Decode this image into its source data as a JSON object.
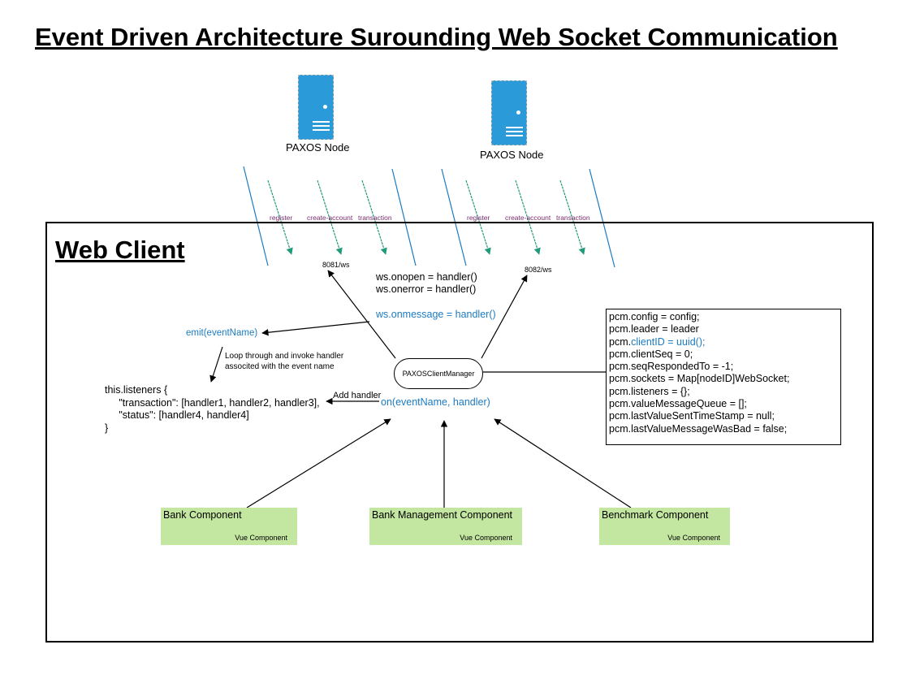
{
  "title": "Event Driven Architecture Surounding Web Socket Communication",
  "web_client": {
    "title": "Web Client"
  },
  "nodes": [
    {
      "label": "PAXOS Node",
      "port": "8081/ws",
      "events": [
        "register",
        "create-account",
        "transaction"
      ]
    },
    {
      "label": "PAXOS Node",
      "port": "8082/ws",
      "events": [
        "register",
        "create-account",
        "transaction"
      ]
    }
  ],
  "ws_handlers": {
    "onopen": "ws.onopen = handler()",
    "onerror": "ws.onerror = handler()",
    "onmessage": "ws.onmessage = handler()"
  },
  "emit": "emit(eventName)",
  "loop_note": [
    "Loop through and invoke handler",
    "associted with the event name"
  ],
  "listeners_code": "this.listeners {\n     \"transaction\": [handler1, handler2, handler3],\n     \"status\": [handler4, handler4]\n}",
  "add_handler": "Add handler",
  "on_call": "on(eventName, handler)",
  "manager_label": "PAXOSClientManager",
  "pcm_props": [
    {
      "text": "pcm.config = config;"
    },
    {
      "text": "pcm.leader = leader"
    },
    {
      "prefix": "pcm.",
      "highlight": "clientID = uuid();"
    },
    {
      "text": "pcm.clientSeq = 0;"
    },
    {
      "text": "pcm.seqRespondedTo = -1;"
    },
    {
      "text": "pcm.sockets = Map[nodeID]WebSocket;"
    },
    {
      "text": "pcm.listeners = {};"
    },
    {
      "text": "pcm.valueMessageQueue = [];"
    },
    {
      "text": "pcm.lastValueSentTimeStamp = null;"
    },
    {
      "text": "pcm.lastValueMessageWasBad = false;"
    }
  ],
  "components": [
    {
      "name": "Bank Component",
      "kind": "Vue Component"
    },
    {
      "name": "Bank Management Component",
      "kind": "Vue Component"
    },
    {
      "name": "Benchmark Component",
      "kind": "Vue Component"
    }
  ],
  "colors": {
    "server": "#2a9ad8",
    "connection_line": "#1c7bc1",
    "event_arrow": "#1f9a7a",
    "event_label": "#7a2a6d",
    "component_fill": "#c3e6a0",
    "highlight_text": "#1c7bc1"
  }
}
